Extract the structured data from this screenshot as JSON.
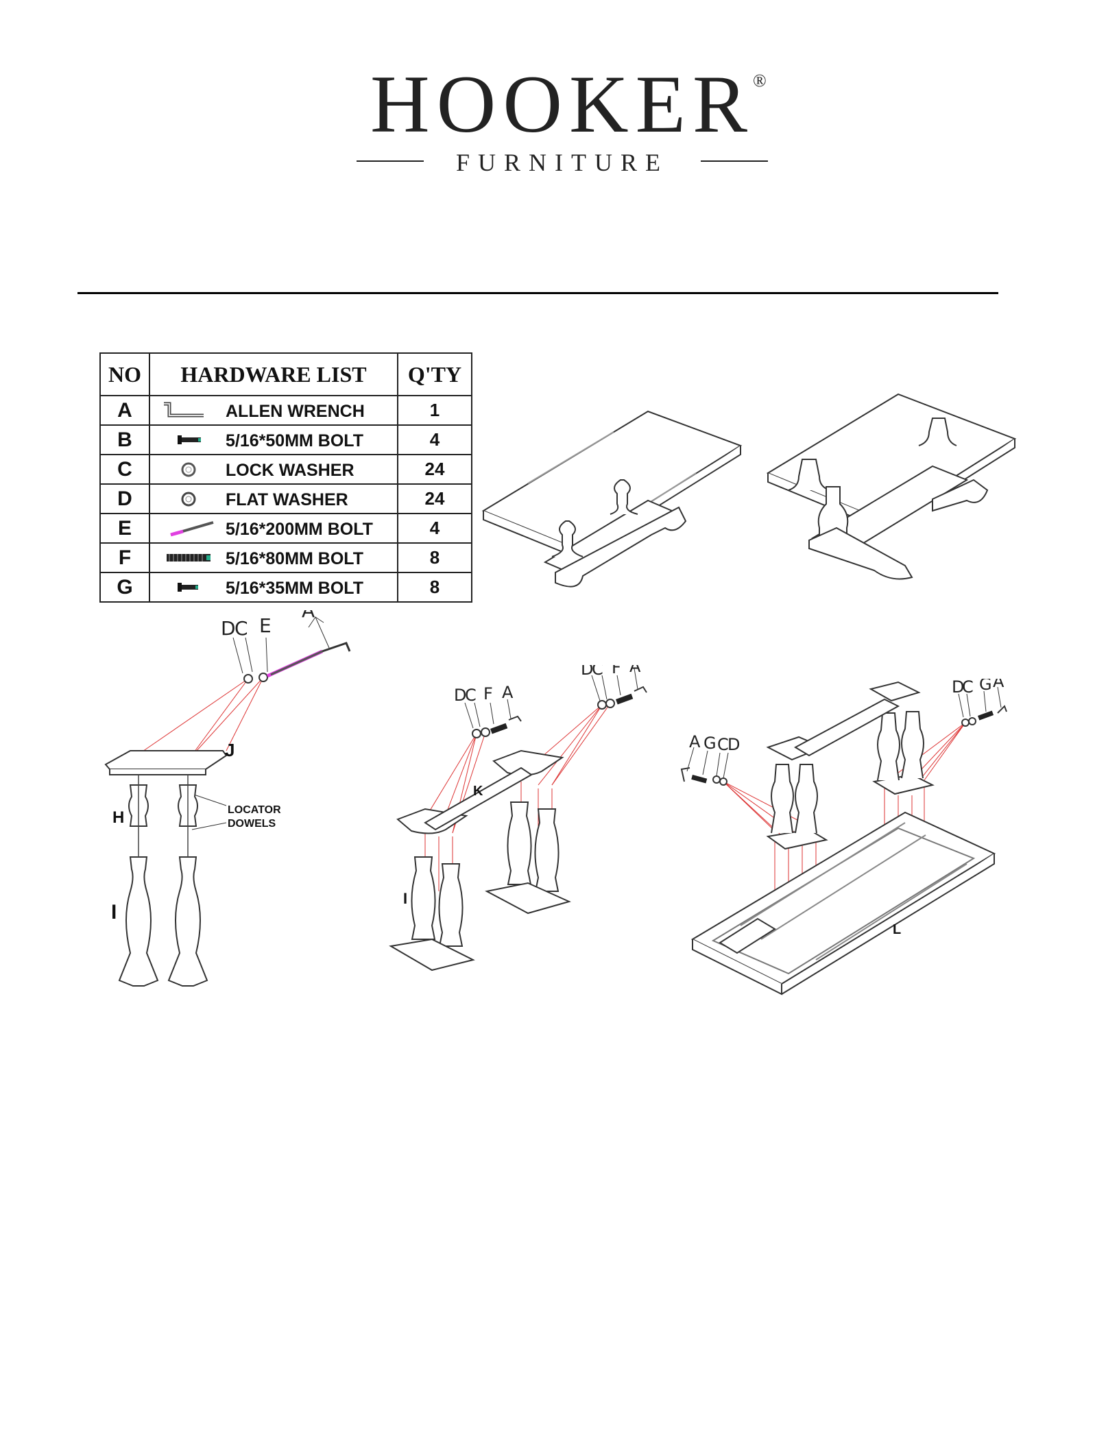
{
  "brand": {
    "name": "HOOKER",
    "registered_mark": "®",
    "subtitle": "FURNITURE"
  },
  "hardware_table": {
    "headers": {
      "no": "NO",
      "list": "HARDWARE LIST",
      "qty": "Q'TY"
    },
    "rows": [
      {
        "no": "A",
        "icon": "allen-wrench-icon",
        "label": "ALLEN WRENCH",
        "qty": "1"
      },
      {
        "no": "B",
        "icon": "short-bolt-icon",
        "label": "5/16*50MM BOLT",
        "qty": "4"
      },
      {
        "no": "C",
        "icon": "lock-washer-icon",
        "label": "LOCK WASHER",
        "qty": "24"
      },
      {
        "no": "D",
        "icon": "flat-washer-icon",
        "label": "FLAT WASHER",
        "qty": "24"
      },
      {
        "no": "E",
        "icon": "long-bolt-icon",
        "label": "5/16*200MM BOLT",
        "qty": "4"
      },
      {
        "no": "F",
        "icon": "medium-bolt-icon",
        "label": "5/16*80MM BOLT",
        "qty": "8"
      },
      {
        "no": "G",
        "icon": "small-bolt-icon",
        "label": "5/16*35MM BOLT",
        "qty": "8"
      }
    ]
  },
  "step1": {
    "callout": {
      "d": "D",
      "c": "C",
      "e": "E",
      "a": "A"
    },
    "part_j": "J",
    "part_h": "H",
    "part_i": "I",
    "locator_line1": "LOCATOR",
    "locator_line2": "DOWELS"
  },
  "step2": {
    "callout_left": {
      "d": "D",
      "c": "C",
      "f": "F",
      "a": "A"
    },
    "callout_right": {
      "d": "D",
      "c": "C",
      "f": "F",
      "a": "A"
    },
    "part_k": "K",
    "part_i": "I"
  },
  "step3": {
    "callout_left": {
      "a": "A",
      "g": "G",
      "c": "C",
      "d": "D"
    },
    "callout_right": {
      "d": "D",
      "c": "C",
      "g": "G",
      "a": "A"
    },
    "part_l": "L"
  }
}
